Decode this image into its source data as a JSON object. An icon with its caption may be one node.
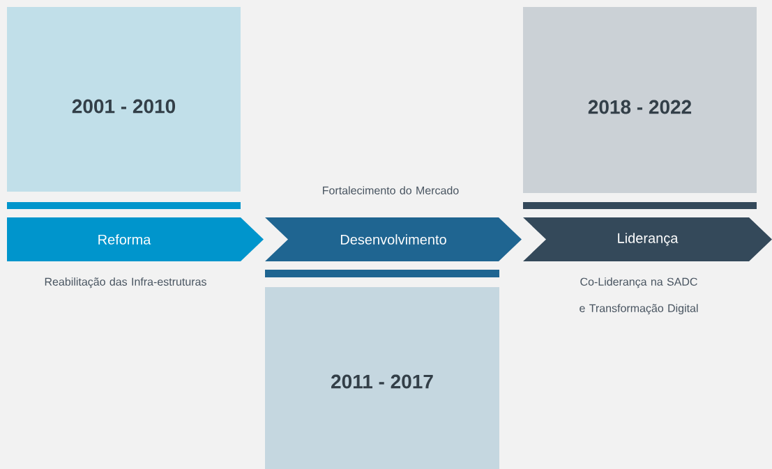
{
  "diagram": {
    "nodes": [
      {
        "text": [
          "2001 - 2010"
        ]
      },
      {
        "text": [
          "2018 - 2022"
        ]
      },
      {
        "text": [
          "Reforma"
        ],
        "beside": [
          "Reabilitação das Infra-estruturas"
        ]
      },
      {
        "text": [
          "Desenvolvimento"
        ],
        "beside": [
          "Fortalecimento do Mercado"
        ]
      },
      {
        "text": [
          "Liderança"
        ],
        "beside": [
          "Co-Liderança na SADC e Transformação Digital"
        ]
      },
      {
        "text": [
          "2011 - 2017"
        ]
      }
    ]
  }
}
